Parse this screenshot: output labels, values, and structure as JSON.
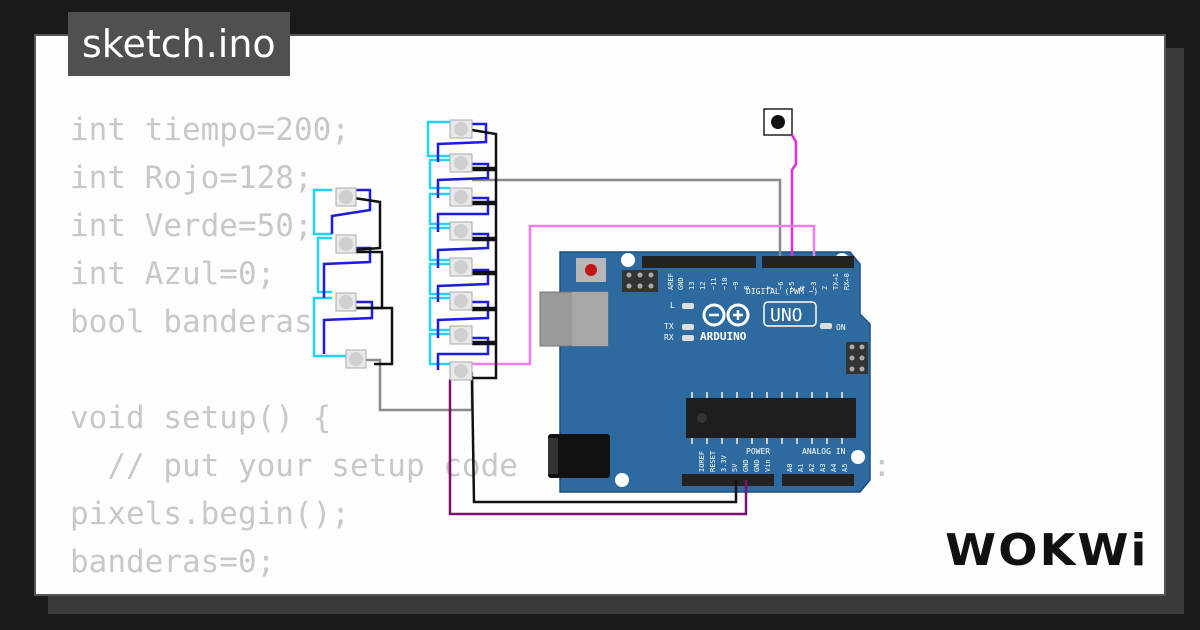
{
  "title": "sketch.ino",
  "code_lines": [
    "int tiempo=200;",
    "int Rojo=128;",
    "int Verde=50;",
    "int Azul=0;",
    "bool banderas",
    "",
    "void setup() {",
    "  // put your setup code                   :",
    "pixels.begin();",
    "banderas=0;",
    "}"
  ],
  "board": {
    "name": "ARDUINO",
    "model": "UNO",
    "digital_label": "DIGITAL (PWM ~)",
    "power_label": "POWER",
    "analog_label": "ANALOG IN",
    "on_label": "ON",
    "led_labels": [
      "L",
      "TX",
      "RX"
    ],
    "top_pins": [
      "AREF",
      "GND",
      "13",
      "12",
      "~11",
      "~10",
      "~9",
      "8",
      "7",
      "~6",
      "~5",
      "4",
      "~3",
      "2",
      "TX→1",
      "RX←0"
    ],
    "power_pins": [
      "IOREF",
      "RESET",
      "3.3V",
      "5V",
      "GND",
      "GND",
      "Vin"
    ],
    "analog_pins": [
      "A0",
      "A1",
      "A2",
      "A3",
      "A4",
      "A5"
    ]
  },
  "brand": "WOKWi",
  "colors": {
    "board": "#2c6aa0",
    "wire_cyan": "#22d3ee",
    "wire_blue": "#1d1ddb",
    "wire_black": "#111111",
    "wire_gray": "#8a8a8a",
    "wire_magenta": "#e82ae0",
    "wire_pink": "#f07ee8",
    "wire_purple": "#7a1070"
  }
}
